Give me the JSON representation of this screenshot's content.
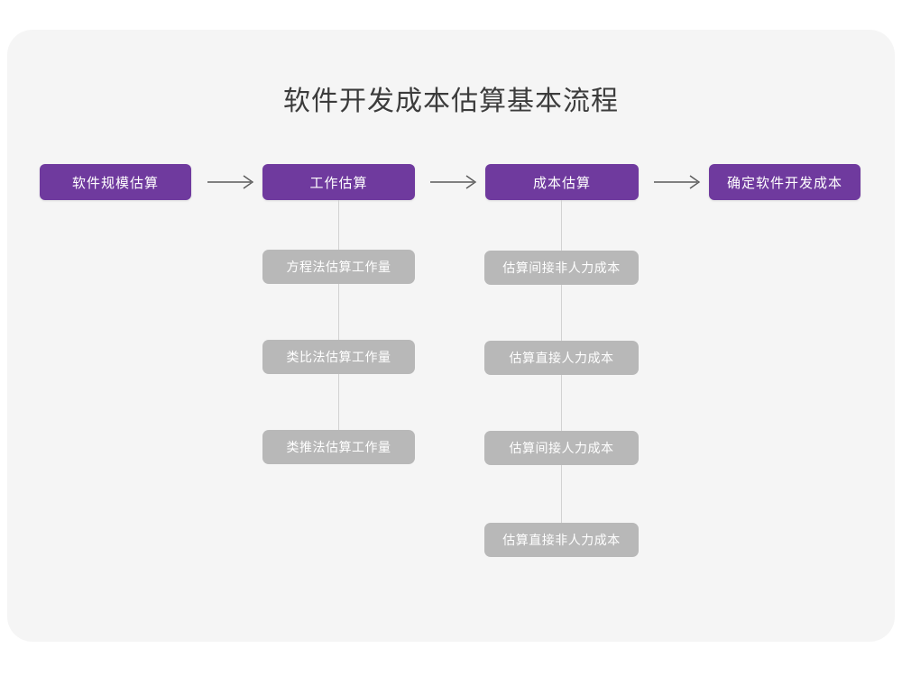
{
  "page": {
    "background_color": "#ffffff",
    "card_color": "#f5f5f5"
  },
  "diagram": {
    "title": "软件开发成本估算基本流程",
    "type": "flowchart",
    "orientation": "left-to-right with vertical sub-lists",
    "colors": {
      "primary_node": "#6f3a9e",
      "secondary_node": "#b8b8b8",
      "node_text": "#ffffff",
      "title_text": "#3c3c3c",
      "connector": "#d2d2d2",
      "arrow": "#5a5a5a"
    },
    "main_flow": [
      {
        "id": "step1",
        "label": "软件规模估算"
      },
      {
        "id": "step2",
        "label": "工作估算"
      },
      {
        "id": "step3",
        "label": "成本估算"
      },
      {
        "id": "step4",
        "label": "确定软件开发成本"
      }
    ],
    "arrows": [
      {
        "id": "arrow1",
        "from": "step1",
        "to": "step2",
        "glyph": "arrow-right-icon"
      },
      {
        "id": "arrow2",
        "from": "step2",
        "to": "step3",
        "glyph": "arrow-right-icon"
      },
      {
        "id": "arrow3",
        "from": "step3",
        "to": "step4",
        "glyph": "arrow-right-icon"
      }
    ],
    "branches": [
      {
        "parent": "step2",
        "items": [
          {
            "label": "方程法估算工作量"
          },
          {
            "label": "类比法估算工作量"
          },
          {
            "label": "类推法估算工作量"
          }
        ]
      },
      {
        "parent": "step3",
        "items": [
          {
            "label": "估算间接非人力成本"
          },
          {
            "label": "估算直接人力成本"
          },
          {
            "label": "估算间接人力成本"
          },
          {
            "label": "估算直接非人力成本"
          }
        ]
      }
    ]
  }
}
